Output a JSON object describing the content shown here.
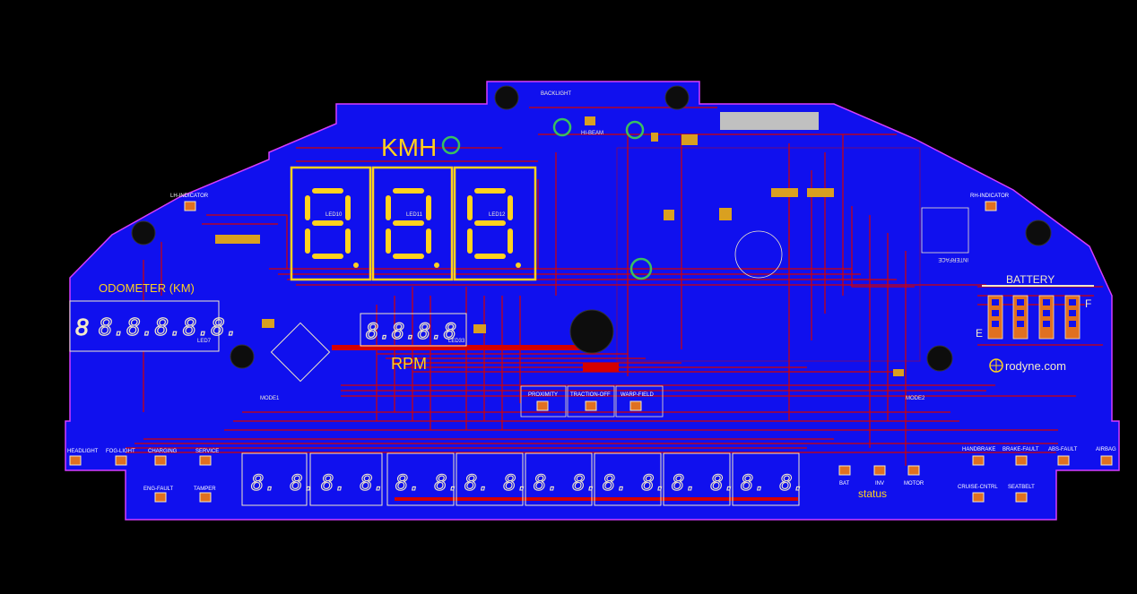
{
  "board": {
    "speed_label": "KMH",
    "rpm_label": "RPM",
    "odometer_label": "ODOMETER (KM)",
    "battery_label": "BATTERY",
    "battery_full": "F",
    "battery_empty": "E",
    "brand": "rodyne.com",
    "status_label": "status",
    "backlight_label": "BACKLIGHT",
    "interface_label": "INTERFACE",
    "mode_labels": [
      "MODE1",
      "MODE2"
    ],
    "hi_beam_label": "HI-BEAM"
  },
  "indicators_top": [
    {
      "label": "LH-INDICATOR"
    },
    {
      "label": "RH-INDICATOR"
    }
  ],
  "indicators_middle": [
    {
      "label": "PROXIMITY"
    },
    {
      "label": "TRACTION-OFF"
    },
    {
      "label": "WARP-FIELD"
    }
  ],
  "indicators_left": [
    {
      "label": "HEADLIGHT"
    },
    {
      "label": "FOG-LIGHT"
    },
    {
      "label": "CHARGING"
    },
    {
      "label": "SERVICE"
    },
    {
      "label": "ENG-FAULT"
    },
    {
      "label": "TAMPER"
    }
  ],
  "indicators_status": [
    {
      "label": "BAT"
    },
    {
      "label": "INV"
    },
    {
      "label": "MOTOR"
    }
  ],
  "indicators_right": [
    {
      "label": "HANDBRAKE"
    },
    {
      "label": "BRAKE-FAULT"
    },
    {
      "label": "ABS-FAULT"
    },
    {
      "label": "AIRBAG"
    },
    {
      "label": "CRUISE-CNTRL"
    },
    {
      "label": "SEATBELT"
    }
  ],
  "designators": {
    "speed_leds": [
      "LED10",
      "LED11",
      "LED12"
    ],
    "odometer_led": "LED7",
    "rpm_led": "LED33"
  },
  "colors": {
    "background": "#000000",
    "copper_plane": "#1010ee",
    "outline": "#d63cff",
    "trace": "#d40000",
    "silkscreen": "#ffd21e",
    "pad": "#d9a020"
  }
}
